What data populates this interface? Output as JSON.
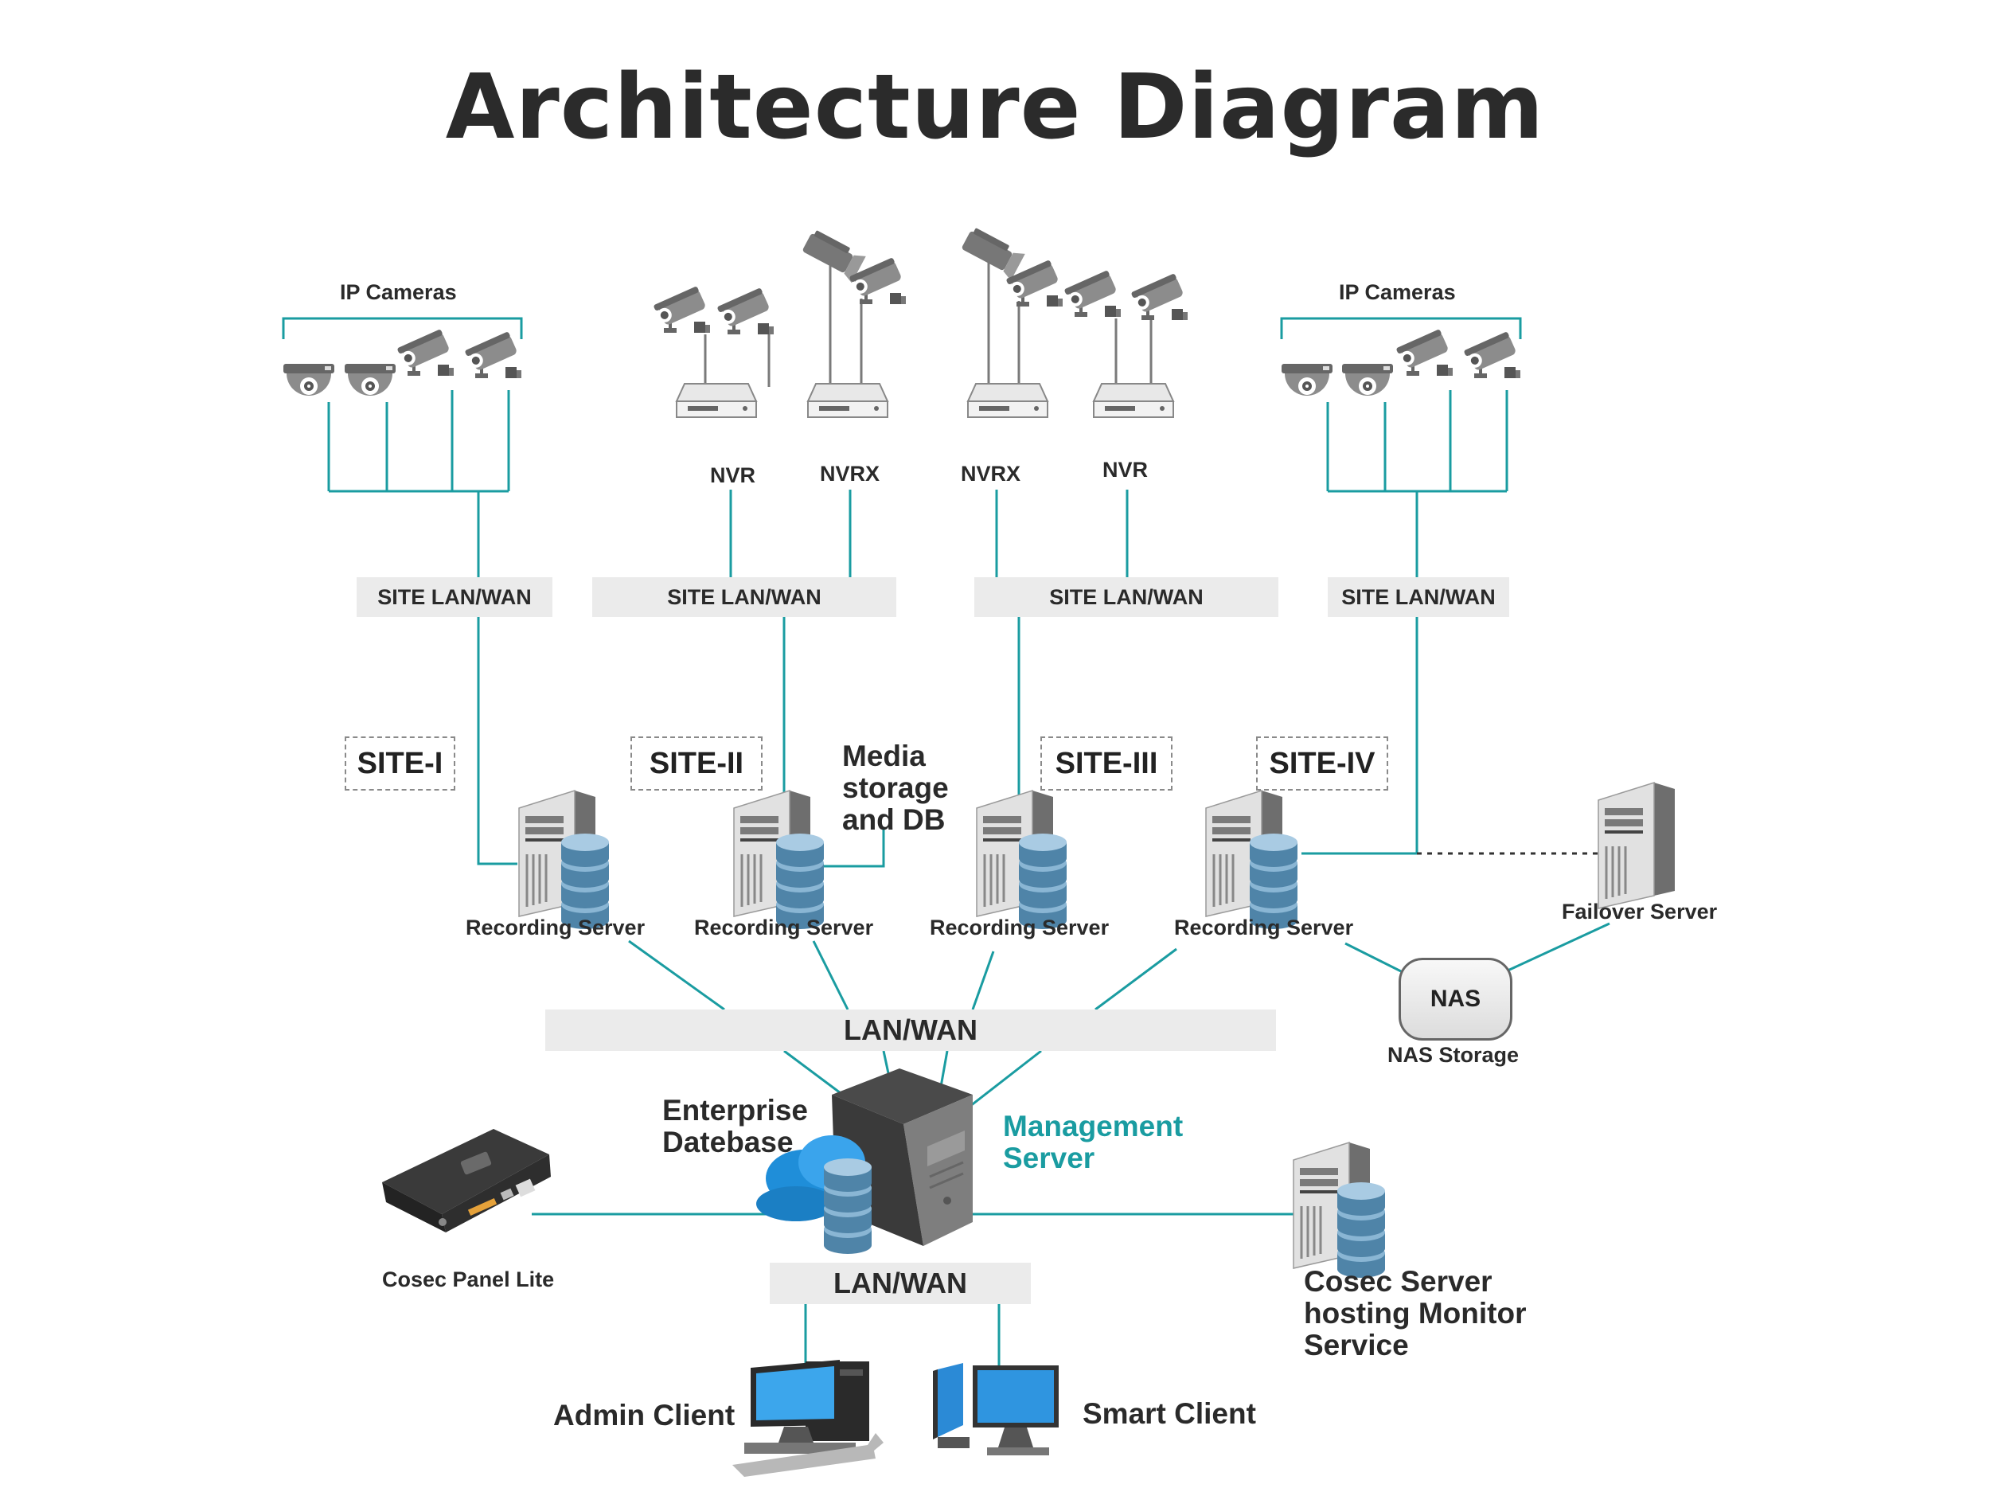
{
  "title": "Architecture Diagram",
  "groups": {
    "ip_cameras_left": "IP Cameras",
    "ip_cameras_right": "IP Cameras"
  },
  "recorders": [
    "NVR",
    "NVRX",
    "NVRX",
    "NVR"
  ],
  "site_networks": [
    "SITE  LAN/WAN",
    "SITE  LAN/WAN",
    "SITE  LAN/WAN",
    "SITE  LAN/WAN"
  ],
  "sites": [
    "SITE-I",
    "SITE-II",
    "SITE-III",
    "SITE-IV"
  ],
  "media_storage": "Media storage and DB",
  "recording_servers": [
    "Recording Server",
    "Recording Server",
    "Recording Server",
    "Recording Server"
  ],
  "failover_server": "Failover Server",
  "nas": {
    "label": "NAS",
    "caption": "NAS Storage"
  },
  "core_network": "LAN/WAN",
  "enterprise_database": "Enterprise Datebase",
  "management_server": "Management Server",
  "cosec_panel": "Cosec Panel Lite",
  "cosec_server": "Cosec Server hosting Monitor Service",
  "client_network": "LAN/WAN",
  "admin_client": "Admin Client",
  "smart_client": "Smart Client",
  "colors": {
    "link": "#1a9ca1",
    "network_bar": "#ebebeb",
    "device": "#7a7a7a",
    "accent": "#1a9ca1"
  }
}
